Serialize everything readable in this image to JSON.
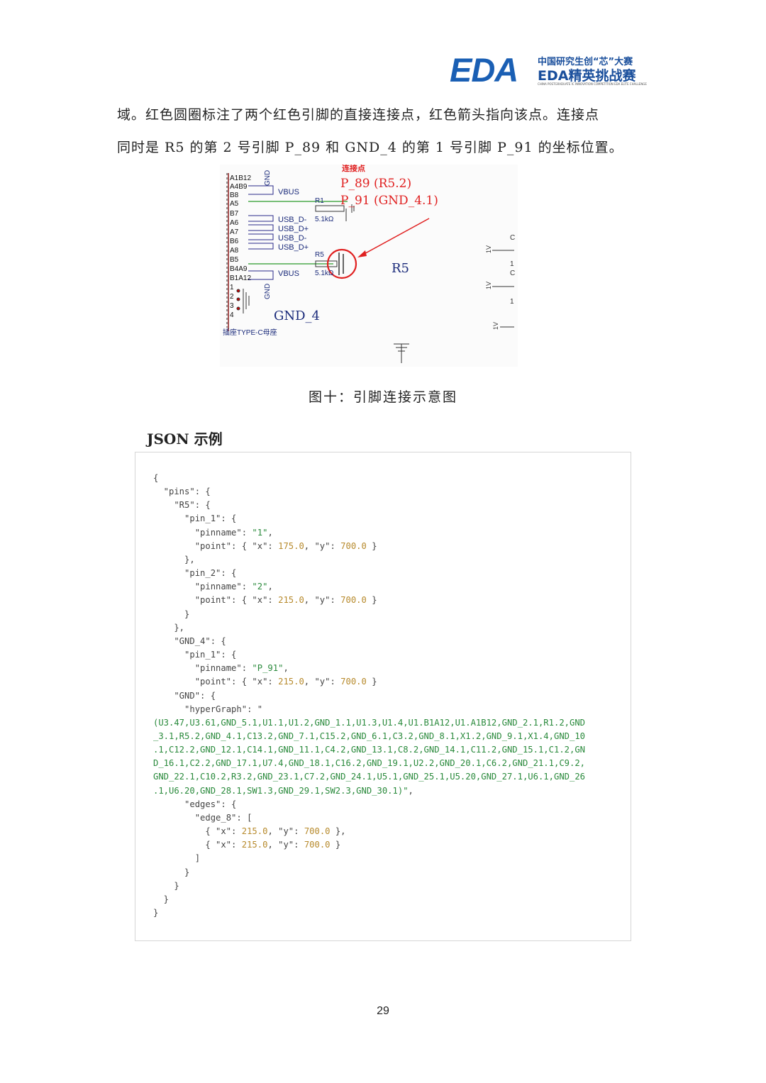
{
  "header": {
    "logo_eda": "EDA",
    "logo_line1": "中国研究生创“芯”大赛",
    "logo_line2": "EDA精英挑战赛",
    "logo_line3": "CHINA POSTGRADUATE IC INNOVATION COMPETITION EDA ELITE CHALLENGE"
  },
  "body_text": {
    "line1": "域。红色圆圈标注了两个红色引脚的直接连接点，红色箭头指向该点。连接点",
    "line2": "同时是 R5 的第 2 号引脚 P_89 和 GND_4 的第 1 号引脚 P_91 的坐标位置。"
  },
  "figure": {
    "caption": "图十：引脚连接示意图",
    "annotation_title": "连接点",
    "annotation_line1": "P_89 (R5.2)",
    "annotation_line2": "P_91 (GND_4.1)",
    "label_r5": "R5",
    "label_gnd4": "GND_4",
    "connector_label": "插座TYPE-C母座",
    "net_labels": [
      "VBUS",
      "VBUS",
      "USB_D-",
      "USB_D+",
      "USB_D-",
      "USB_D+",
      "R1",
      "5.1kΩ",
      "R5",
      "5.1kΩ",
      "GND",
      "GND"
    ],
    "pin_labels": [
      "A1B12",
      "A4B9",
      "B8",
      "A5",
      "B7",
      "A6",
      "A7",
      "B6",
      "A8",
      "B5",
      "B4A9",
      "B1A12",
      "1",
      "2",
      "3",
      "4"
    ],
    "highlight_color": "#e02020"
  },
  "section": {
    "json_heading": "JSON 示例"
  },
  "code": {
    "lines": [
      [
        [
          "p",
          "{"
        ]
      ],
      [
        [
          "p",
          "  \"pins\": {"
        ]
      ],
      [
        [
          "p",
          "    \"R5\": {"
        ]
      ],
      [
        [
          "p",
          "      \"pin_1\": {"
        ]
      ],
      [
        [
          "p",
          "        \"pinname\": "
        ],
        [
          "s",
          "\"1\""
        ],
        [
          "p",
          ","
        ]
      ],
      [
        [
          "p",
          "        \"point\": { \"x\": "
        ],
        [
          "n",
          "175.0"
        ],
        [
          "p",
          ", \"y\": "
        ],
        [
          "n",
          "700.0"
        ],
        [
          "p",
          " }"
        ]
      ],
      [
        [
          "p",
          "      },"
        ]
      ],
      [
        [
          "p",
          "      \"pin_2\": {"
        ]
      ],
      [
        [
          "p",
          "        \"pinname\": "
        ],
        [
          "s",
          "\"2\""
        ],
        [
          "p",
          ","
        ]
      ],
      [
        [
          "p",
          "        \"point\": { \"x\": "
        ],
        [
          "n",
          "215.0"
        ],
        [
          "p",
          ", \"y\": "
        ],
        [
          "n",
          "700.0"
        ],
        [
          "p",
          " }"
        ]
      ],
      [
        [
          "p",
          "      }"
        ]
      ],
      [
        [
          "p",
          "    },"
        ]
      ],
      [
        [
          "p",
          "    \"GND_4\": {"
        ]
      ],
      [
        [
          "p",
          "      \"pin_1\": {"
        ]
      ],
      [
        [
          "p",
          "        \"pinname\": "
        ],
        [
          "s",
          "\"P_91\""
        ],
        [
          "p",
          ","
        ]
      ],
      [
        [
          "p",
          "        \"point\": { \"x\": "
        ],
        [
          "n",
          "215.0"
        ],
        [
          "p",
          ", \"y\": "
        ],
        [
          "n",
          "700.0"
        ],
        [
          "p",
          " }"
        ]
      ],
      [
        [
          "p",
          "    \"GND\": {"
        ]
      ],
      [
        [
          "p",
          "      \"hyperGraph\": \""
        ]
      ],
      [
        [
          "s",
          "(U3.47,U3.61,GND_5.1,U1.1,U1.2,GND_1.1,U1.3,U1.4,U1.B1A12,U1.A1B12,GND_2.1,R1.2,GND"
        ]
      ],
      [
        [
          "s",
          "_3.1,R5.2,GND_4.1,C13.2,GND_7.1,C15.2,GND_6.1,C3.2,GND_8.1,X1.2,GND_9.1,X1.4,GND_10"
        ]
      ],
      [
        [
          "s",
          ".1,C12.2,GND_12.1,C14.1,GND_11.1,C4.2,GND_13.1,C8.2,GND_14.1,C11.2,GND_15.1,C1.2,GN"
        ]
      ],
      [
        [
          "s",
          "D_16.1,C2.2,GND_17.1,U7.4,GND_18.1,C16.2,GND_19.1,U2.2,GND_20.1,C6.2,GND_21.1,C9.2,"
        ]
      ],
      [
        [
          "s",
          "GND_22.1,C10.2,R3.2,GND_23.1,C7.2,GND_24.1,U5.1,GND_25.1,U5.20,GND_27.1,U6.1,GND_26"
        ]
      ],
      [
        [
          "s",
          ".1,U6.20,GND_28.1,SW1.3,GND_29.1,SW2.3,GND_30.1)\""
        ],
        [
          "p",
          ","
        ]
      ],
      [
        [
          "p",
          "      \"edges\": {"
        ]
      ],
      [
        [
          "p",
          "        \"edge_8\": ["
        ]
      ],
      [
        [
          "p",
          "          { \"x\": "
        ],
        [
          "n",
          "215.0"
        ],
        [
          "p",
          ", \"y\": "
        ],
        [
          "n",
          "700.0"
        ],
        [
          "p",
          " },"
        ]
      ],
      [
        [
          "p",
          "          { \"x\": "
        ],
        [
          "n",
          "215.0"
        ],
        [
          "p",
          ", \"y\": "
        ],
        [
          "n",
          "700.0"
        ],
        [
          "p",
          " }"
        ]
      ],
      [
        [
          "p",
          "        ]"
        ]
      ],
      [
        [
          "p",
          "      }"
        ]
      ],
      [
        [
          "p",
          "    }"
        ]
      ],
      [
        [
          "p",
          "  }"
        ]
      ],
      [
        [
          "p",
          "}"
        ]
      ]
    ]
  },
  "page_number": "29"
}
